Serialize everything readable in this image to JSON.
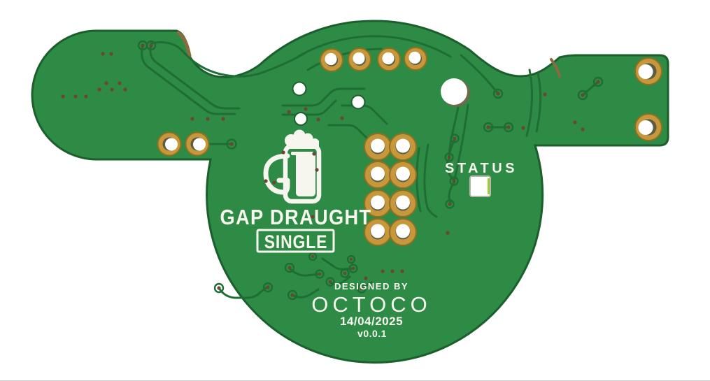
{
  "pcb": {
    "product_name": "GAP DRAUGHT",
    "variant_badge": "SINGLE",
    "status_label": "STATUS",
    "designed_by_label": "DESIGNED BY",
    "brand": "OCTOCO",
    "date": "14/04/2025",
    "version": "v0.0.1",
    "logo": "beer-mug-gd-monogram",
    "led": {
      "name": "status-led",
      "color": "#ffffff"
    },
    "pads": {
      "top_header_count": 4,
      "center_grid": "2x4",
      "left_pair_count": 2,
      "right_mount_count": 2
    },
    "colors": {
      "soldermask_green": "#2e8b45",
      "trace_green": "#1e6e33",
      "edge_dark_green": "#1a5f2c",
      "pad_gold": "#c6983b",
      "silkscreen_white": "#f6f6ef",
      "bare_edge_brown": "#8a6b40",
      "background": "#ffffff"
    }
  }
}
